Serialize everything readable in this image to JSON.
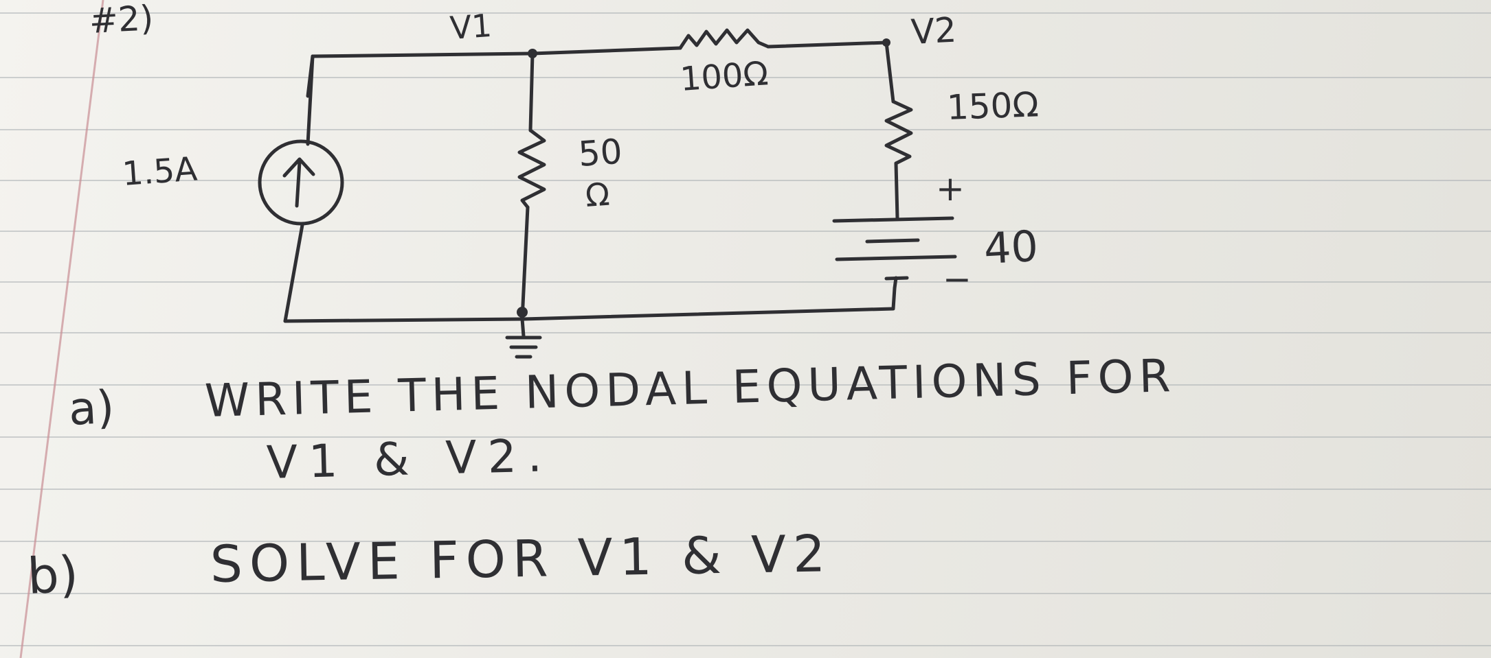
{
  "problem_number": "#2)",
  "nodes": {
    "v1": "V1",
    "v2": "V2"
  },
  "components": {
    "current_source": "1.5A",
    "resistor_series": "100Ω",
    "resistor_shunt_value": "50",
    "resistor_shunt_unit": "Ω",
    "resistor_right": "150Ω",
    "battery_plus": "+",
    "battery_value": "40",
    "battery_minus": "−"
  },
  "tasks": {
    "a_label": "a)",
    "a_line1": "WRITE THE NODAL EQUATIONS FOR",
    "a_line2": "V1 & V2.",
    "b_label": "b)",
    "b_text": "SOLVE FOR V1 & V2"
  },
  "colors": {
    "ink": "#2f2f33",
    "paper": "#ecebe6",
    "rule": "#a9aeb3",
    "margin": "#c98f95"
  }
}
